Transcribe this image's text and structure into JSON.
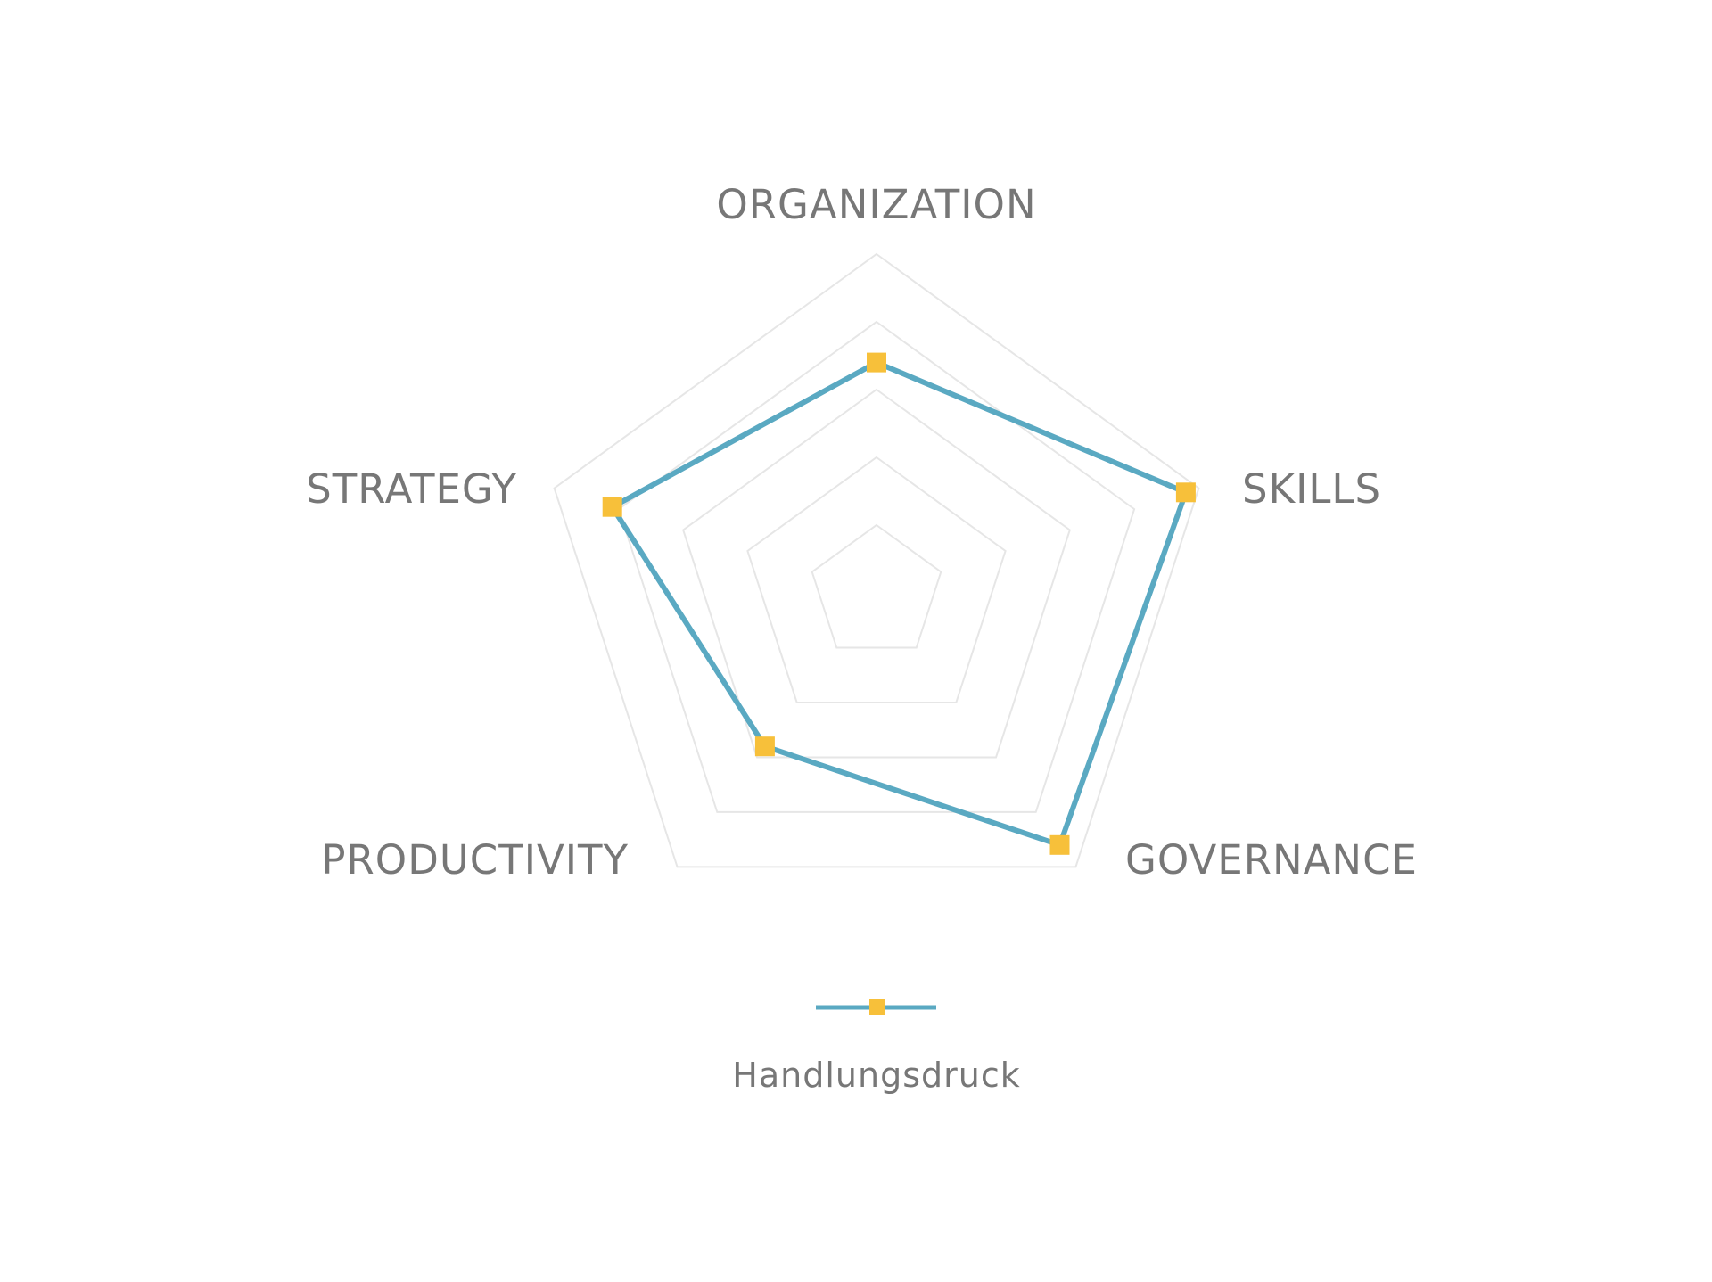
{
  "chart_data": {
    "type": "radar",
    "axes": [
      "ORGANIZATION",
      "SKILLS",
      "GOVERNANCE",
      "PRODUCTIVITY",
      "STRATEGY"
    ],
    "series": [
      {
        "name": "Handlungsdruck",
        "values": [
          3.4,
          4.8,
          4.6,
          2.8,
          4.1
        ],
        "color": "#5aa9c2",
        "marker_color": "#f7c03a"
      }
    ],
    "range": [
      0,
      5
    ],
    "grid_levels": 5,
    "legend": {
      "position": "bottom"
    },
    "colors": {
      "grid": "#e6e6e6",
      "label": "#777777"
    }
  }
}
